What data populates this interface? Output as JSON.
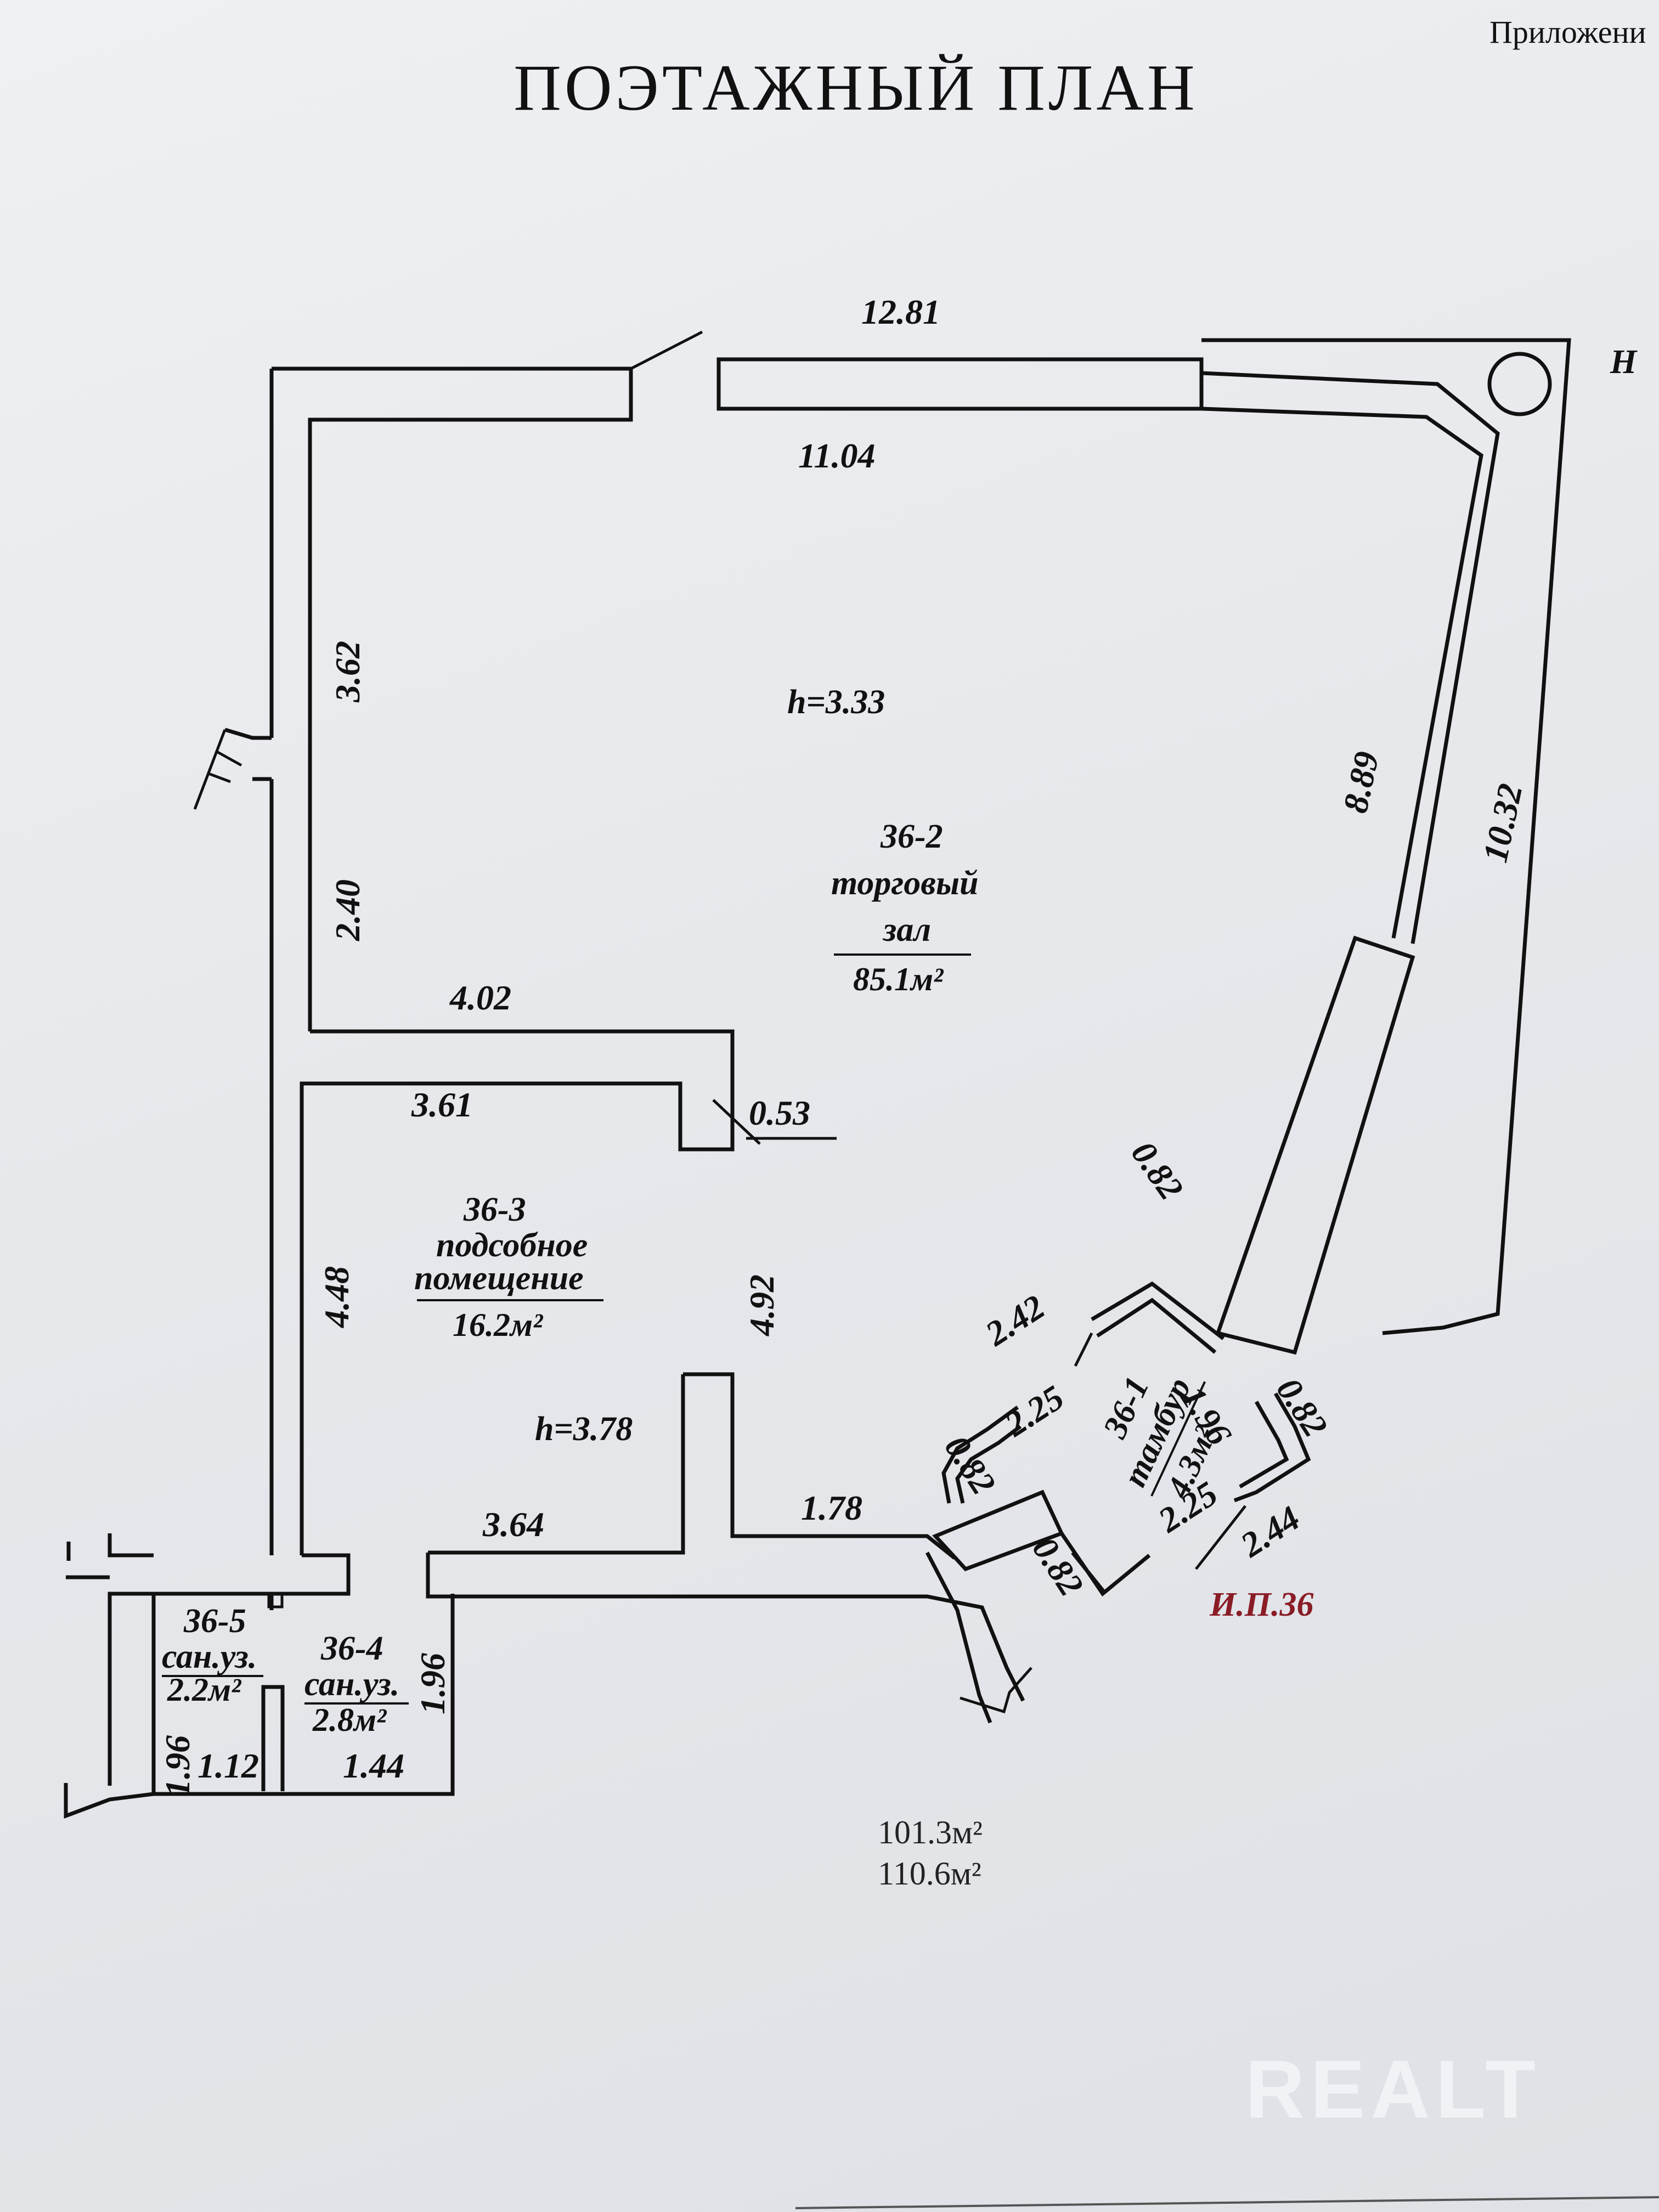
{
  "header": {
    "title": "ПОЭТАЖНЫЙ ПЛАН",
    "corner_note": "Приложени",
    "corner_mark": "H"
  },
  "dimensions": {
    "d_12_81": "12.81",
    "d_11_04": "11.04",
    "d_3_62": "3.62",
    "d_2_40": "2.40",
    "d_4_02": "4.02",
    "d_3_61": "3.61",
    "d_0_53": "0.53",
    "d_4_48": "4.48",
    "d_4_92": "4.92",
    "d_3_64": "3.64",
    "d_1_78": "1.78",
    "d_8_89": "8.89",
    "d_10_32": "10.32",
    "d_0_82_mid": "0.82",
    "d_2_42": "2.42",
    "d_2_25_top": "2.25",
    "d_1_96_tambur": "1.96",
    "d_0_82_right": "0.82",
    "d_0_82_left": "0.82",
    "d_2_25_bottom": "2.25",
    "d_2_44": "2.44",
    "d_0_82_bottom": "0.82",
    "d_1_96_wc4": "1.96",
    "d_1_96_wc5": "1.96",
    "d_1_12": "1.12",
    "d_1_44": "1.44"
  },
  "rooms": {
    "r36_2": {
      "id": "36-2",
      "name_line1": "торговый",
      "name_line2": "зал",
      "area": "85.1м²",
      "height": "h=3.33"
    },
    "r36_3": {
      "id": "36-3",
      "name_line1": "подсобное",
      "name_line2": "помещение",
      "area": "16.2м²",
      "height": "h=3.78"
    },
    "r36_1": {
      "id": "36-1",
      "name": "тамбур",
      "area": "4.3м²"
    },
    "r36_4": {
      "id": "36-4",
      "name": "сан.уз.",
      "area": "2.8м²"
    },
    "r36_5": {
      "id": "36-5",
      "name": "сан.уз.",
      "area": "2.2м²"
    }
  },
  "totals": {
    "line1": "101.3м²",
    "line2": "110.6м²"
  },
  "marker": "И.П.36",
  "watermark": "REALT",
  "colors": {
    "walls": "#111111",
    "marker": "#8a1c26",
    "paper": "#e6e8ec"
  }
}
